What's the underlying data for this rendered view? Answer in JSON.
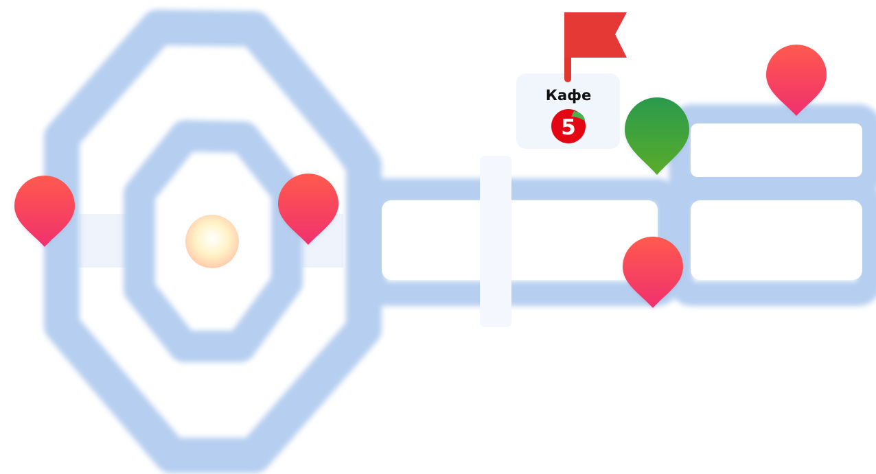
{
  "map": {
    "store_marker": {
      "label": "Кафе",
      "logo_text": "5",
      "logo_color": "#e30613",
      "logo_accent_color": "#4caf50",
      "flag_color": "#e53935",
      "icon": "flag-icon"
    },
    "markers": [
      {
        "name": "map-pin-left-outer",
        "color": "#ff3b5c",
        "icon": "map-pin-icon"
      },
      {
        "name": "map-pin-left-inner",
        "color": "#ff3b5c",
        "icon": "map-pin-icon"
      },
      {
        "name": "map-pin-corridor",
        "color": "#ff3b5c",
        "icon": "map-pin-icon"
      },
      {
        "name": "map-pin-top-right",
        "color": "#ff3b5c",
        "icon": "map-pin-icon"
      },
      {
        "name": "map-pin-green-destination",
        "color": "#3fa53a",
        "icon": "map-pin-icon"
      }
    ],
    "current_location": {
      "icon": "current-location-icon",
      "color": "#ffe9a6"
    },
    "colors": {
      "road": "#b6cff0",
      "walkway": "#eef3fc",
      "background": "#ffffff"
    }
  }
}
